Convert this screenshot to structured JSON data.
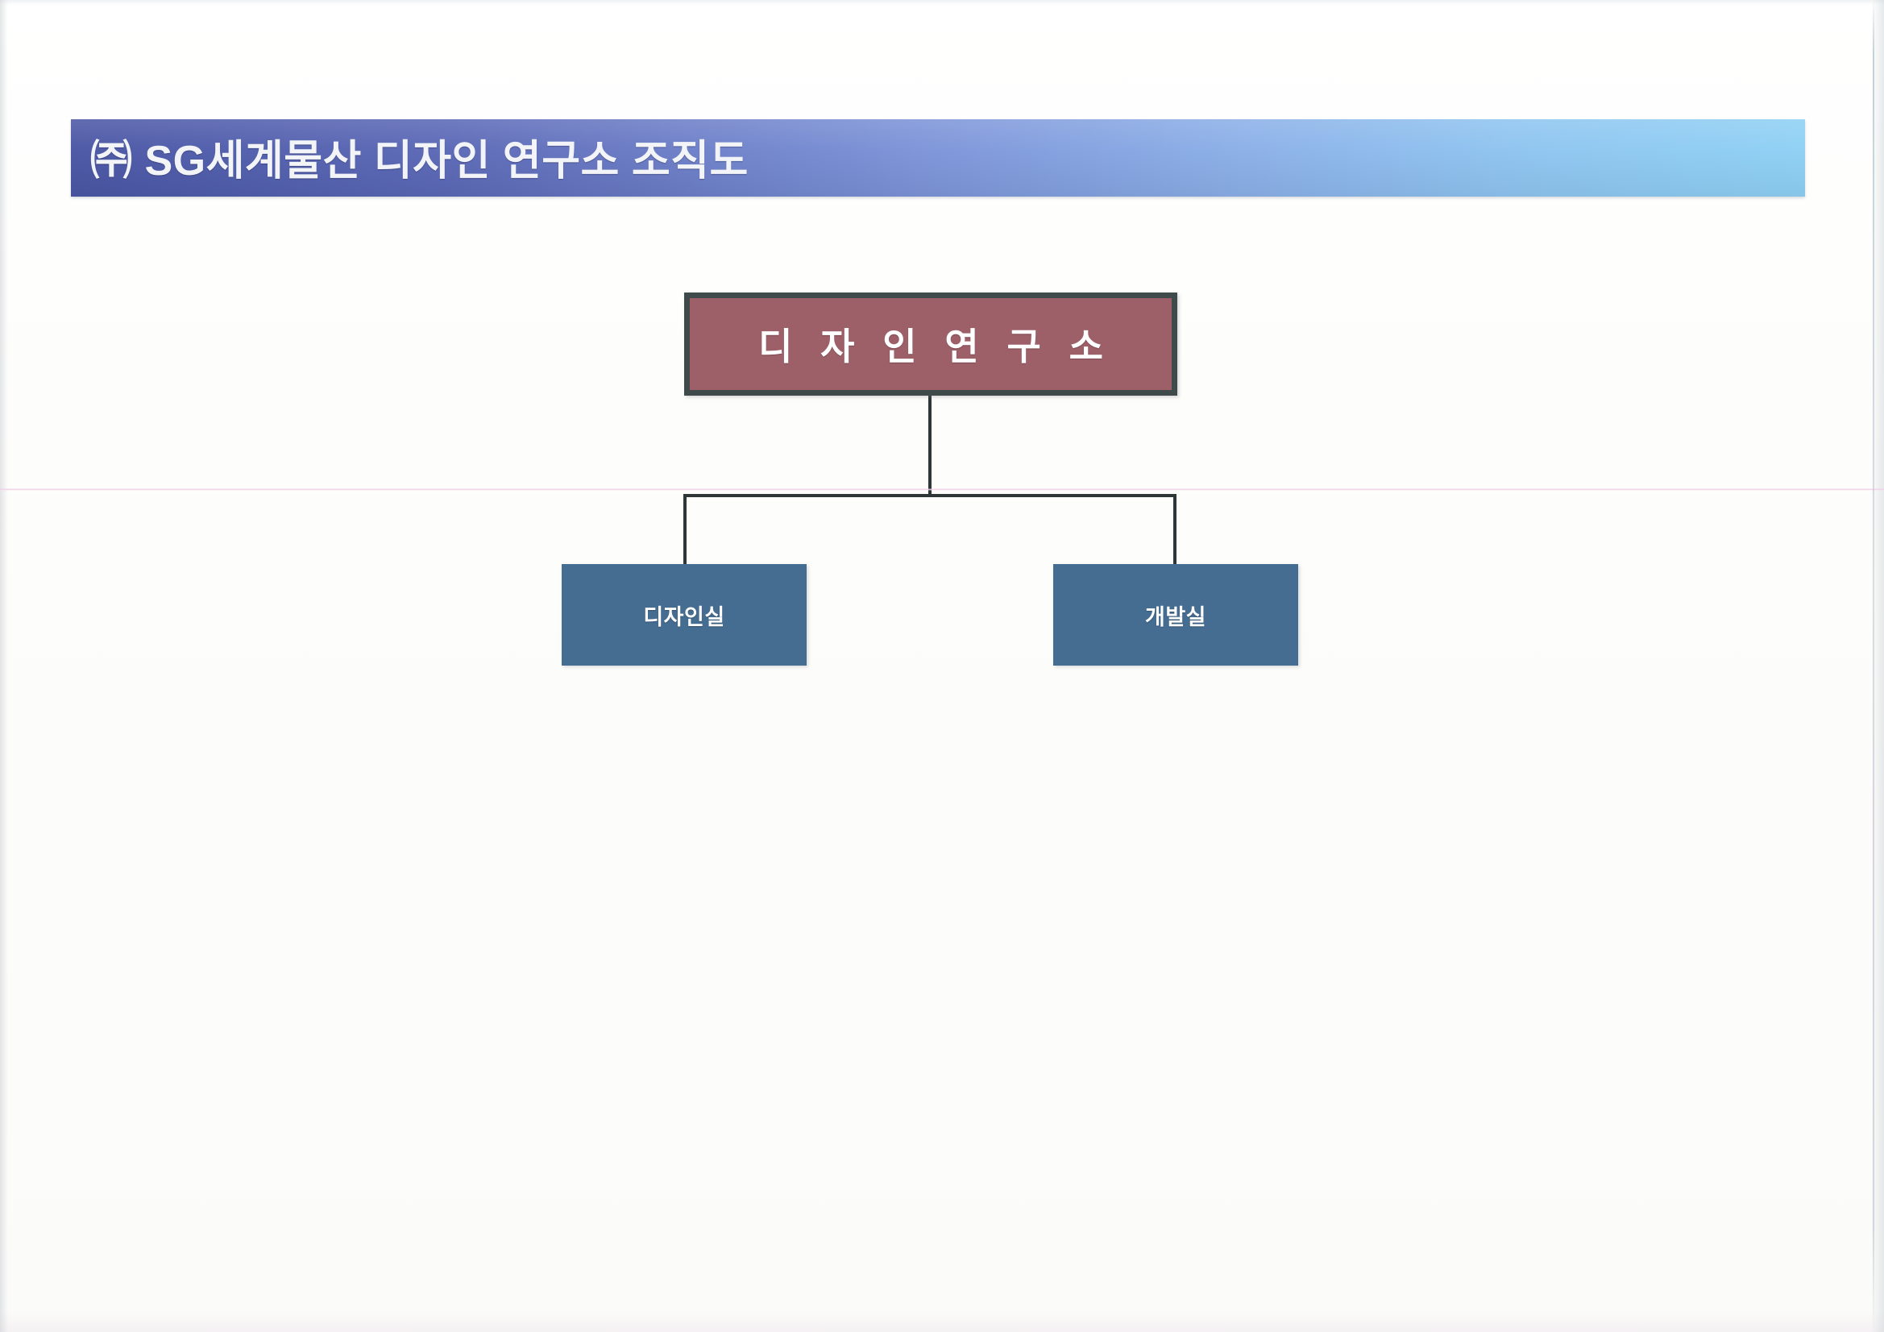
{
  "document": {
    "title": "㈜ SG세계물산 디자인 연구소 조직도",
    "banner_gradient_start": "#4a56a4",
    "banner_gradient_end": "#8ed0f4",
    "banner_text_color": "#f2f4f8",
    "page_background": "#fefefc"
  },
  "chart_data": {
    "type": "diagram",
    "diagram_kind": "organization-chart",
    "title": "㈜ SG세계물산 디자인 연구소 조직도",
    "orientation": "top-down",
    "nodes": [
      {
        "id": "root",
        "label": "디 자 인 연 구 소",
        "level": 0,
        "fill": "#9d6068",
        "border": "#3f4b4b",
        "text_color": "#ffffff"
      },
      {
        "id": "design-room",
        "label": "디자인실",
        "level": 1,
        "fill": "#456c91",
        "border": "none",
        "text_color": "#ffffff"
      },
      {
        "id": "development-room",
        "label": "개발실",
        "level": 1,
        "fill": "#456c91",
        "border": "none",
        "text_color": "#ffffff"
      }
    ],
    "edges": [
      {
        "from": "root",
        "to": "design-room",
        "style": "orthogonal"
      },
      {
        "from": "root",
        "to": "development-room",
        "style": "orthogonal"
      }
    ],
    "edge_color": "#2e3638"
  },
  "scan_artifacts": {
    "horizontal_line_color": "#f0cae6",
    "vertical_seam_color": "#b0c4ce"
  }
}
